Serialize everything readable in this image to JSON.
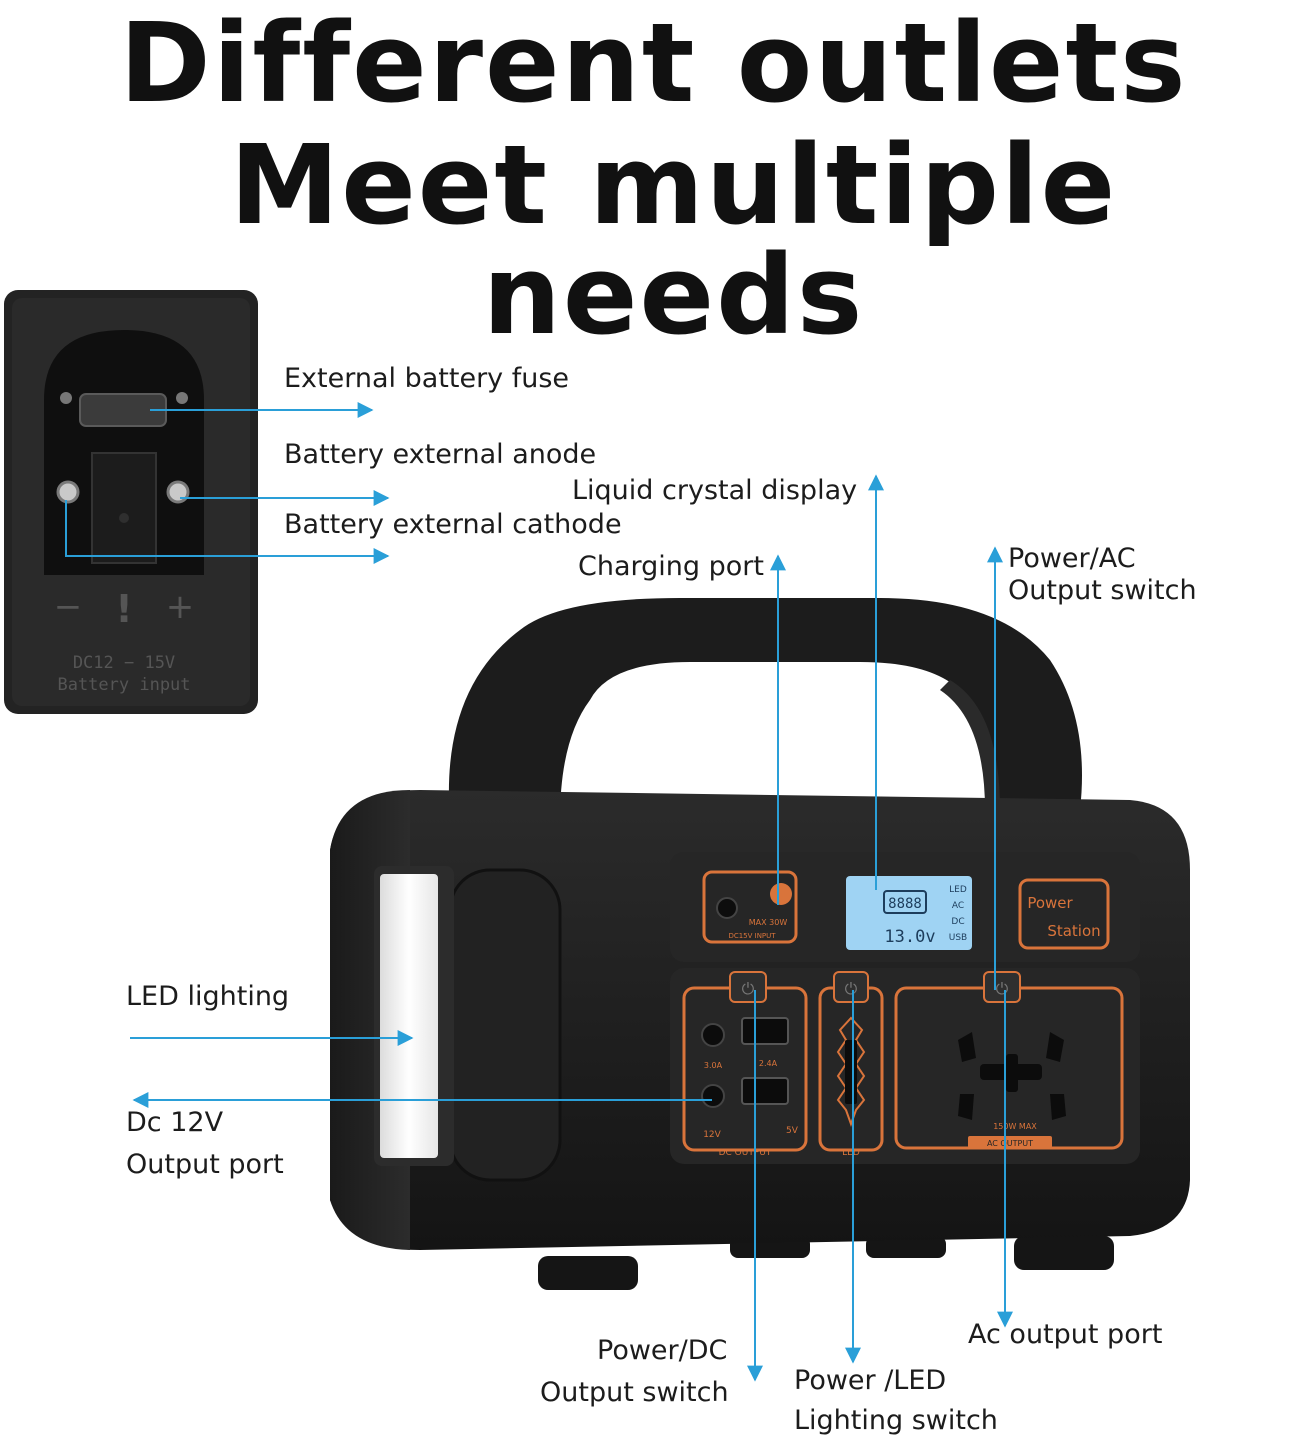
{
  "headline": {
    "line1": "Different outlets",
    "line2": "Meet multiple needs"
  },
  "labels": {
    "external_battery_fuse": "External battery fuse",
    "battery_external_anode": "Battery external anode",
    "battery_external_cathode": "Battery external cathode",
    "liquid_crystal_display": "Liquid crystal display",
    "charging_port": "Charging port",
    "power_ac_line1": "Power/AC",
    "power_ac_line2": "Output switch",
    "led_lighting": "LED lighting",
    "dc12v_line1": "Dc 12V",
    "dc12v_line2": "Output port",
    "ac_output_port": "Ac output port",
    "power_dc_line1": "Power/DC",
    "power_dc_line2": "Output switch",
    "power_led_line1": "Power /LED",
    "power_led_line2": "Lighting switch"
  },
  "device": {
    "battery_panel": {
      "minus": "−",
      "warn": "!",
      "plus": "+",
      "spec_line1": "DC12 − 15V",
      "spec_line2": "Battery input"
    },
    "charge_port_text": "MAX 30W",
    "charge_port_sub": "DC15V INPUT",
    "lcd": {
      "voltage": "13.0v",
      "battery": "8888",
      "legend": [
        "LED",
        "AC",
        "DC",
        "USB"
      ]
    },
    "brand_line1": "Power",
    "brand_line2": "Station",
    "dc_amp": "3.0A",
    "usb_amp": "2.4A",
    "dc_volt": "12V",
    "usb_volt": "5V",
    "dc_output": "DC OUTPUT",
    "led_label": "LED",
    "ac_max": "150W MAX",
    "ac_output": "AC OUTPUT"
  },
  "colors": {
    "accent_orange": "#d9743b",
    "arrow_blue": "#2a9fd8",
    "lcd_blue": "#9fd3f3",
    "body_black": "#1d1d1d"
  }
}
